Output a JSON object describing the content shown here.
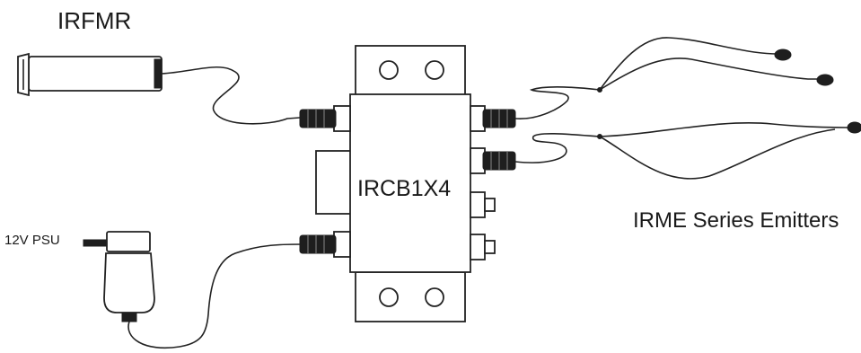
{
  "labels": {
    "receiver": "IRFMR",
    "hub": "IRCB1X4",
    "emitters": "IRME Series Emitters",
    "psu": "12V PSU"
  },
  "colors": {
    "line": "#222222",
    "background": "#ffffff"
  }
}
